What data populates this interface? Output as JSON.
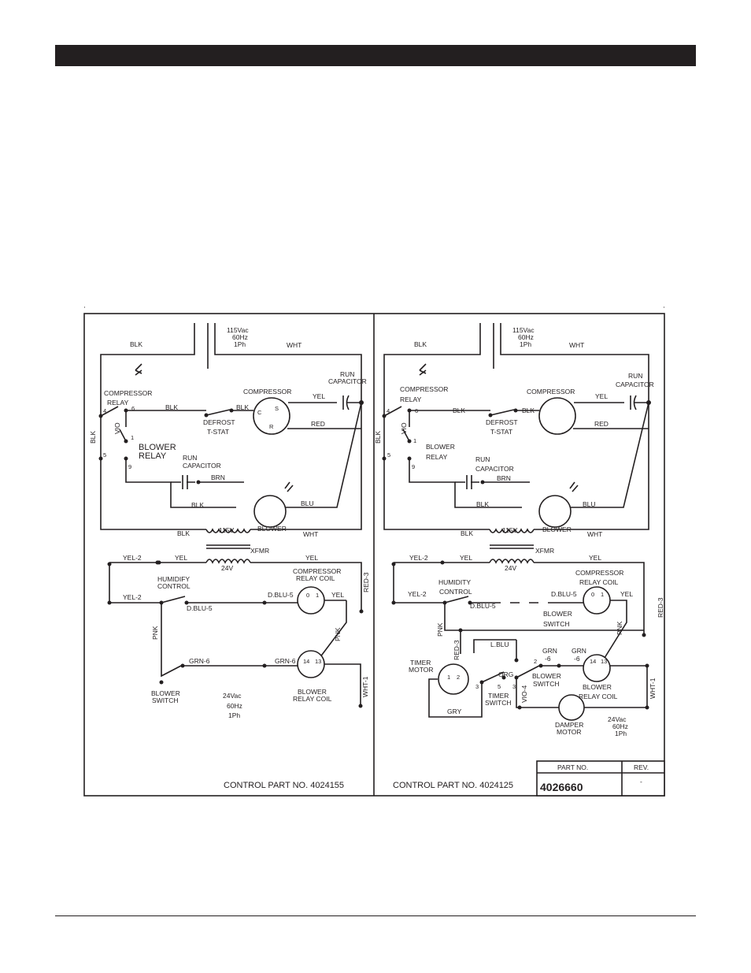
{
  "left": {
    "supply": [
      "115Vac",
      "60Hz",
      "1Ph"
    ],
    "blk_top": "BLK",
    "wht_top": "WHT",
    "run_capacitor": [
      "RUN",
      "CAPACITOR"
    ],
    "compressor_relay": [
      "COMPRESSOR",
      "RELAY"
    ],
    "compressor": "COMPRESSOR",
    "comp_terminals": [
      "C",
      "S",
      "R"
    ],
    "yel": "YEL",
    "red": "RED",
    "blk": "BLK",
    "vio": "VIO",
    "defrost": [
      "DEFROST",
      "T-STAT"
    ],
    "blower_relay": [
      "BLOWER",
      "RELAY"
    ],
    "run_capacitor_2": [
      "RUN",
      "CAPACITOR"
    ],
    "brn": "BRN",
    "blu": "BLU",
    "blower": "BLOWER",
    "xfmr_primary": "115V",
    "xfmr": "XFMR",
    "xfmr_secondary": "24V",
    "wht": "WHT",
    "yel2": "YEL-2",
    "compressor_relay_coil": [
      "COMPRESSOR",
      "RELAY COIL"
    ],
    "humidity_control": [
      "HUMIDIFY",
      "CONTROL"
    ],
    "dblu5": "D.BLU-5",
    "pnk": "PNK",
    "red3": "RED-3",
    "grn6": "GRN-6",
    "blower_switch": [
      "BLOWER",
      "SWITCH"
    ],
    "supply_24": [
      "24Vac",
      "60Hz",
      "1Ph"
    ],
    "blower_relay_coil": [
      "BLOWER",
      "RELAY COIL"
    ],
    "wht1": "WHT-1",
    "coil_pins": [
      "0",
      "1"
    ],
    "coil_pins_2": [
      "14",
      "13"
    ],
    "relay_pins": [
      "4",
      "6",
      "1",
      "9",
      "5"
    ],
    "control_part": "CONTROL PART NO. 4024155"
  },
  "right": {
    "supply": [
      "115Vac",
      "60Hz",
      "1Ph"
    ],
    "blk_top": "BLK",
    "wht_top": "WHT",
    "run_capacitor": [
      "RUN",
      "CAPACITOR"
    ],
    "compressor_relay": [
      "COMPRESSOR",
      "RELAY"
    ],
    "compressor": "COMPRESSOR",
    "yel": "YEL",
    "red": "RED",
    "blk": "BLK",
    "vio": "VIO",
    "defrost": [
      "DEFROST",
      "T-STAT"
    ],
    "blower_relay": [
      "BLOWER",
      "RELAY"
    ],
    "run_capacitor_2": [
      "RUN",
      "CAPACITOR"
    ],
    "brn": "BRN",
    "blu": "BLU",
    "blower": "BLOWER",
    "xfmr_primary": "115V",
    "xfmr": "XFMR",
    "xfmr_secondary": "24V",
    "wht": "WHT",
    "yel2": "YEL-2",
    "compressor_relay_coil": [
      "COMPRESSOR",
      "RELAY COIL"
    ],
    "humidity_control": [
      "HUMIDITY",
      "CONTROL"
    ],
    "dblu5": "D.BLU-5",
    "blower_switch_top": [
      "BLOWER",
      "SWITCH"
    ],
    "pnk": "PNK",
    "red3": "RED-3",
    "red3b": "RED-3",
    "lblu": "L.BLU",
    "timer_motor": [
      "TIMER",
      "MOTOR"
    ],
    "timer_pins": [
      "1",
      "2"
    ],
    "grn6a": [
      "GRN",
      "-6"
    ],
    "grn6b": [
      "GRN",
      "-6"
    ],
    "org": "ORG",
    "switch_pins": [
      "2",
      "5",
      "3",
      "3"
    ],
    "timer_switch": [
      "TIMER",
      "SWITCH"
    ],
    "blower_switch": [
      "BLOWER",
      "SWITCH"
    ],
    "vio4": "VIO-4",
    "blower_relay_coil": [
      "BLOWER",
      "RELAY COIL"
    ],
    "gry": "GRY",
    "damper_motor": [
      "DAMPER",
      "MOTOR"
    ],
    "supply_24": [
      "24Vac",
      "60Hz",
      "1Ph"
    ],
    "wht1": "WHT-1",
    "control_part": "CONTROL PART NO. 4024125"
  },
  "title_block": {
    "part_no_label": "PART NO.",
    "rev_label": "REV.",
    "part_no": "4026660",
    "rev": "-"
  }
}
